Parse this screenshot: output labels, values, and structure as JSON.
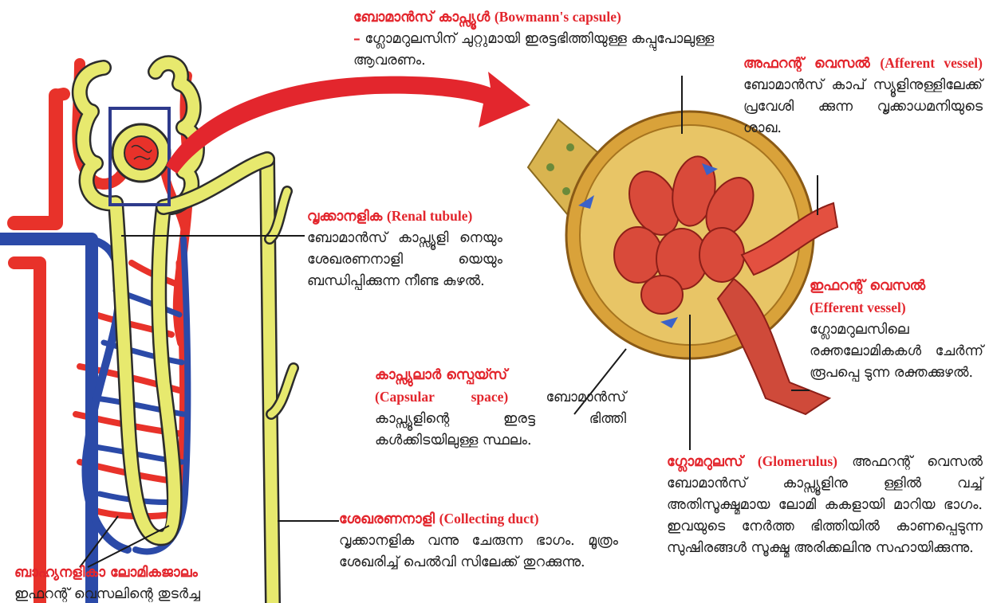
{
  "colors": {
    "heading": "#e3262d",
    "artery": "#e8322a",
    "vein": "#2b4aa8",
    "tubule": "#e7e96e",
    "capsule": "#d9a23a",
    "frame": "#2e3a8c"
  },
  "labels": {
    "bowman": {
      "title_ml": "ബോമാൻസ് കാപ്സ്യൂൾ",
      "title_en": "(Bowmann's capsule)",
      "dash": "–",
      "body": "ഗ്ലോമറുലസിന് ചുറ്റുമായി ഇരട്ടഭിത്തിയുള്ള കപ്പുപോലുള്ള ആവരണം."
    },
    "afferent": {
      "title_ml": "അഫറന്റ് വെസൽ",
      "title_en": "(Afferent vessel)",
      "body": "ബോമാൻസ് കാപ് സ്യൂളിനുള്ളിലേക്ക് പ്രവേശി ക്കുന്ന വൃക്കാധമനിയുടെ ശാഖ."
    },
    "renal_tubule": {
      "title_ml": "വൃക്കാനളിക",
      "title_en": "(Renal tubule)",
      "body": "ബോമാൻസ് കാപ്സ്യൂളി നെയും ശേഖരണനാളി യെയും ബന്ധിപ്പിക്കുന്ന നീണ്ട കുഴൽ."
    },
    "efferent": {
      "title_ml": "ഇഫറന്റ് വെസൽ",
      "title_en": "(Efferent vessel)",
      "body": "ഗ്ലോമറുലസിലെ രക്തലോമികകൾ ചേർന്ന് രൂപപ്പെ ടുന്ന രക്തക്കുഴൽ."
    },
    "capsular": {
      "title_ml": "കാപ്സ്യുലാർ സ്പെയ്സ്",
      "title_en": "(Capsular space)",
      "body": "ബോമാൻസ് കാപ്സ്യൂളിന്റെ ഇരട്ട ഭിത്തി കൾക്കിടയിലുള്ള സ്ഥലം."
    },
    "collecting": {
      "title_ml": "ശേഖരണനാളി",
      "title_en": "(Collecting duct)",
      "body": "വൃക്കാനളിക വന്നു ചേരുന്ന ഭാഗം. മൂത്രം ശേഖരിച്ച് പെൽവി സിലേക്ക് തുറക്കുന്നു."
    },
    "glomerulus": {
      "title_ml": "ഗ്ലോമറുലസ്",
      "title_en": "(Glomerulus)",
      "body": "അഫറന്റ് വെസൽ ബോമാൻസ് കാപ്സ്യൂളിനു ള്ളിൽ വച്ച് അതിസൂക്ഷ്മമായ ലോമി കകളായി മാറിയ ഭാഗം. ഇവയുടെ നേർത്ത ഭിത്തിയിൽ കാണപ്പെടുന്ന സുഷിരങ്ങൾ സൂക്ഷ്മ അരിക്കലിനു സഹായിക്കുന്നു."
    },
    "peritubular": {
      "title_ml": "ബാഹ്യനളികാ ലോമികജാലം",
      "body": "ഇഫറന്റ് വെസലിന്റെ തുടർച്ച"
    }
  }
}
